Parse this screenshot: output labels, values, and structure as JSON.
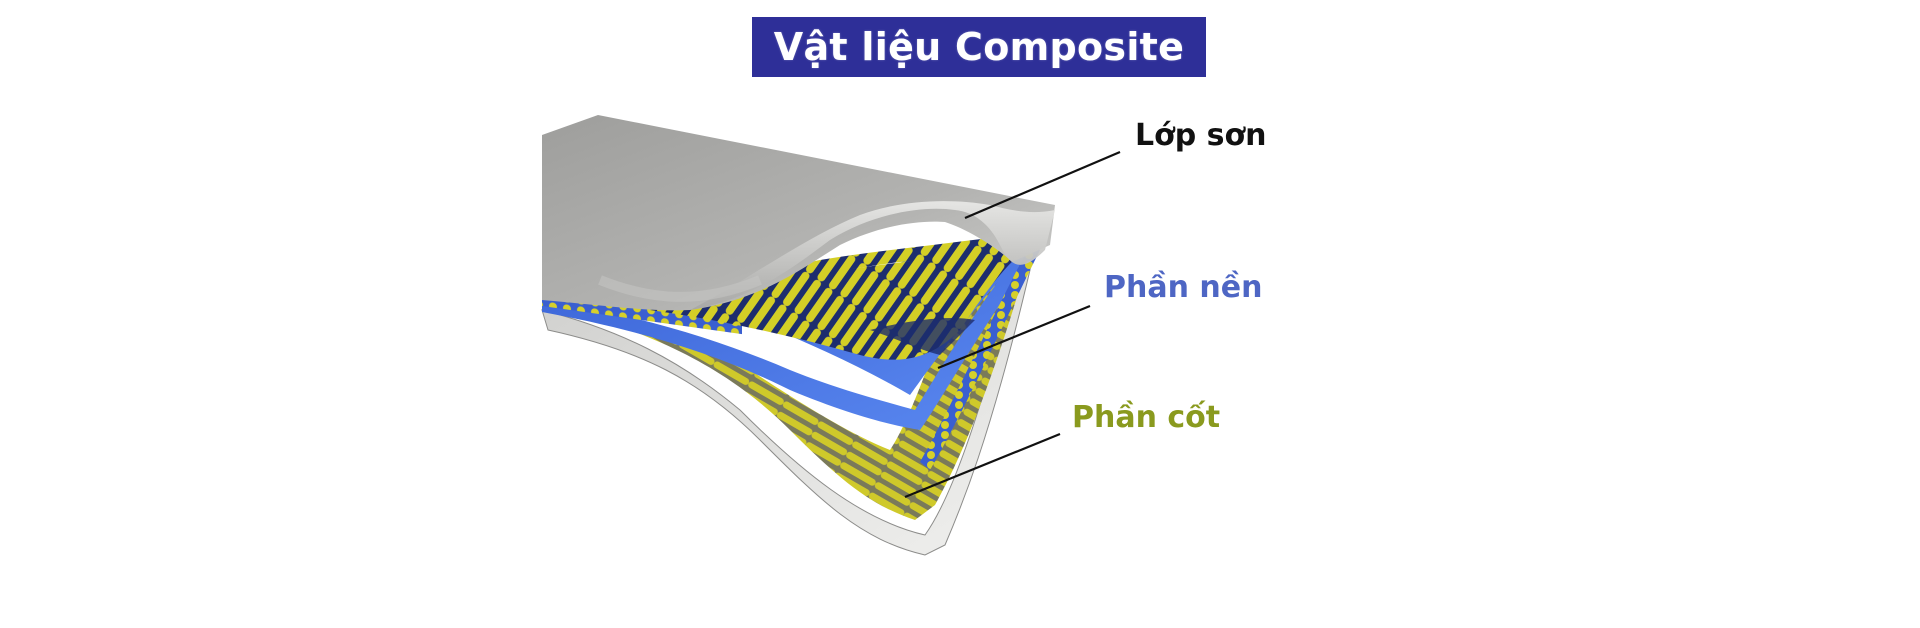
{
  "title": "Vật liệu Composite",
  "colors": {
    "title_bg": "#2e2f98",
    "title_text": "#ffffff",
    "label_paint": "#111111",
    "label_matrix": "#4e66c4",
    "label_reinforcement": "#8a9a1e",
    "paint_layer": "#a9a9a7",
    "matrix_layer": "#4a78e6",
    "fiber": "#d9d42a"
  },
  "labels": [
    {
      "id": "paint-layer",
      "text": "Lớp sơn"
    },
    {
      "id": "matrix",
      "text": "Phần nền"
    },
    {
      "id": "reinforcement",
      "text": "Phần cốt"
    }
  ]
}
